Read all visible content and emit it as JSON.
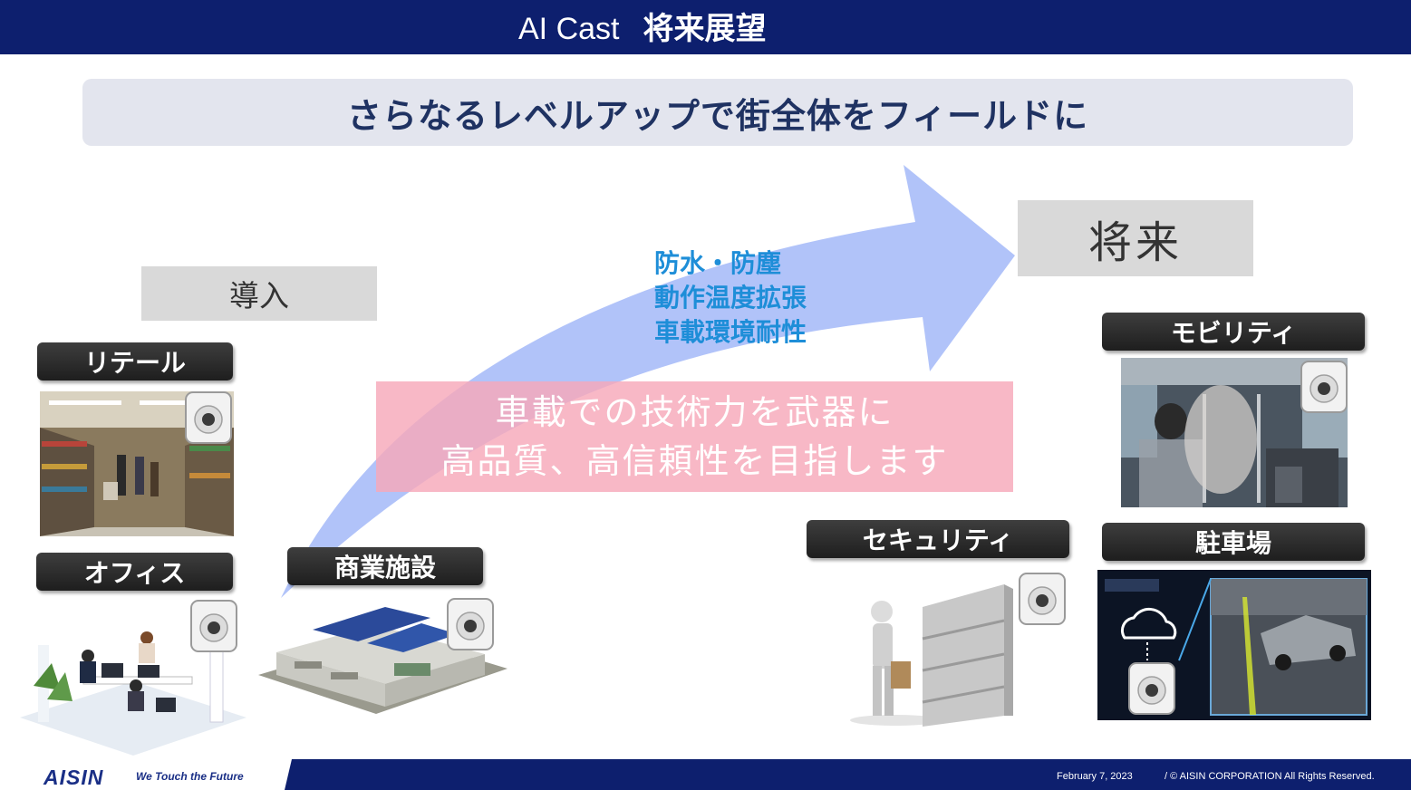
{
  "slide": {
    "title_en": "AI Cast",
    "title_jp": "将来展望",
    "headline": "さらなるレベルアップで街全体をフィールドに",
    "intro_label": "導入",
    "future_label": "将来",
    "features": [
      "防水・防塵",
      "動作温度拡張",
      "車載環境耐性"
    ],
    "message": [
      "車載での技術力を武器に",
      "高品質、高信頼性を目指します"
    ]
  },
  "categories": {
    "retail": "リテール",
    "office": "オフィス",
    "commercial": "商業施設",
    "security": "セキュリティ",
    "mobility": "モビリティ",
    "parking": "駐車場"
  },
  "footer": {
    "logo": "AISIN",
    "tagline": "We Touch the Future",
    "date": "February 7, 2023",
    "copyright": "/ © AISIN CORPORATION All Rights Reserved."
  },
  "colors": {
    "title_bar": "#0d1f6e",
    "headline_text": "#1f3262",
    "feature_text": "#1e8ed8",
    "arrow": "#a9bdf8",
    "message_box": "#f6a8b9"
  },
  "icons": [
    "camera-icon",
    "cloud-icon"
  ]
}
